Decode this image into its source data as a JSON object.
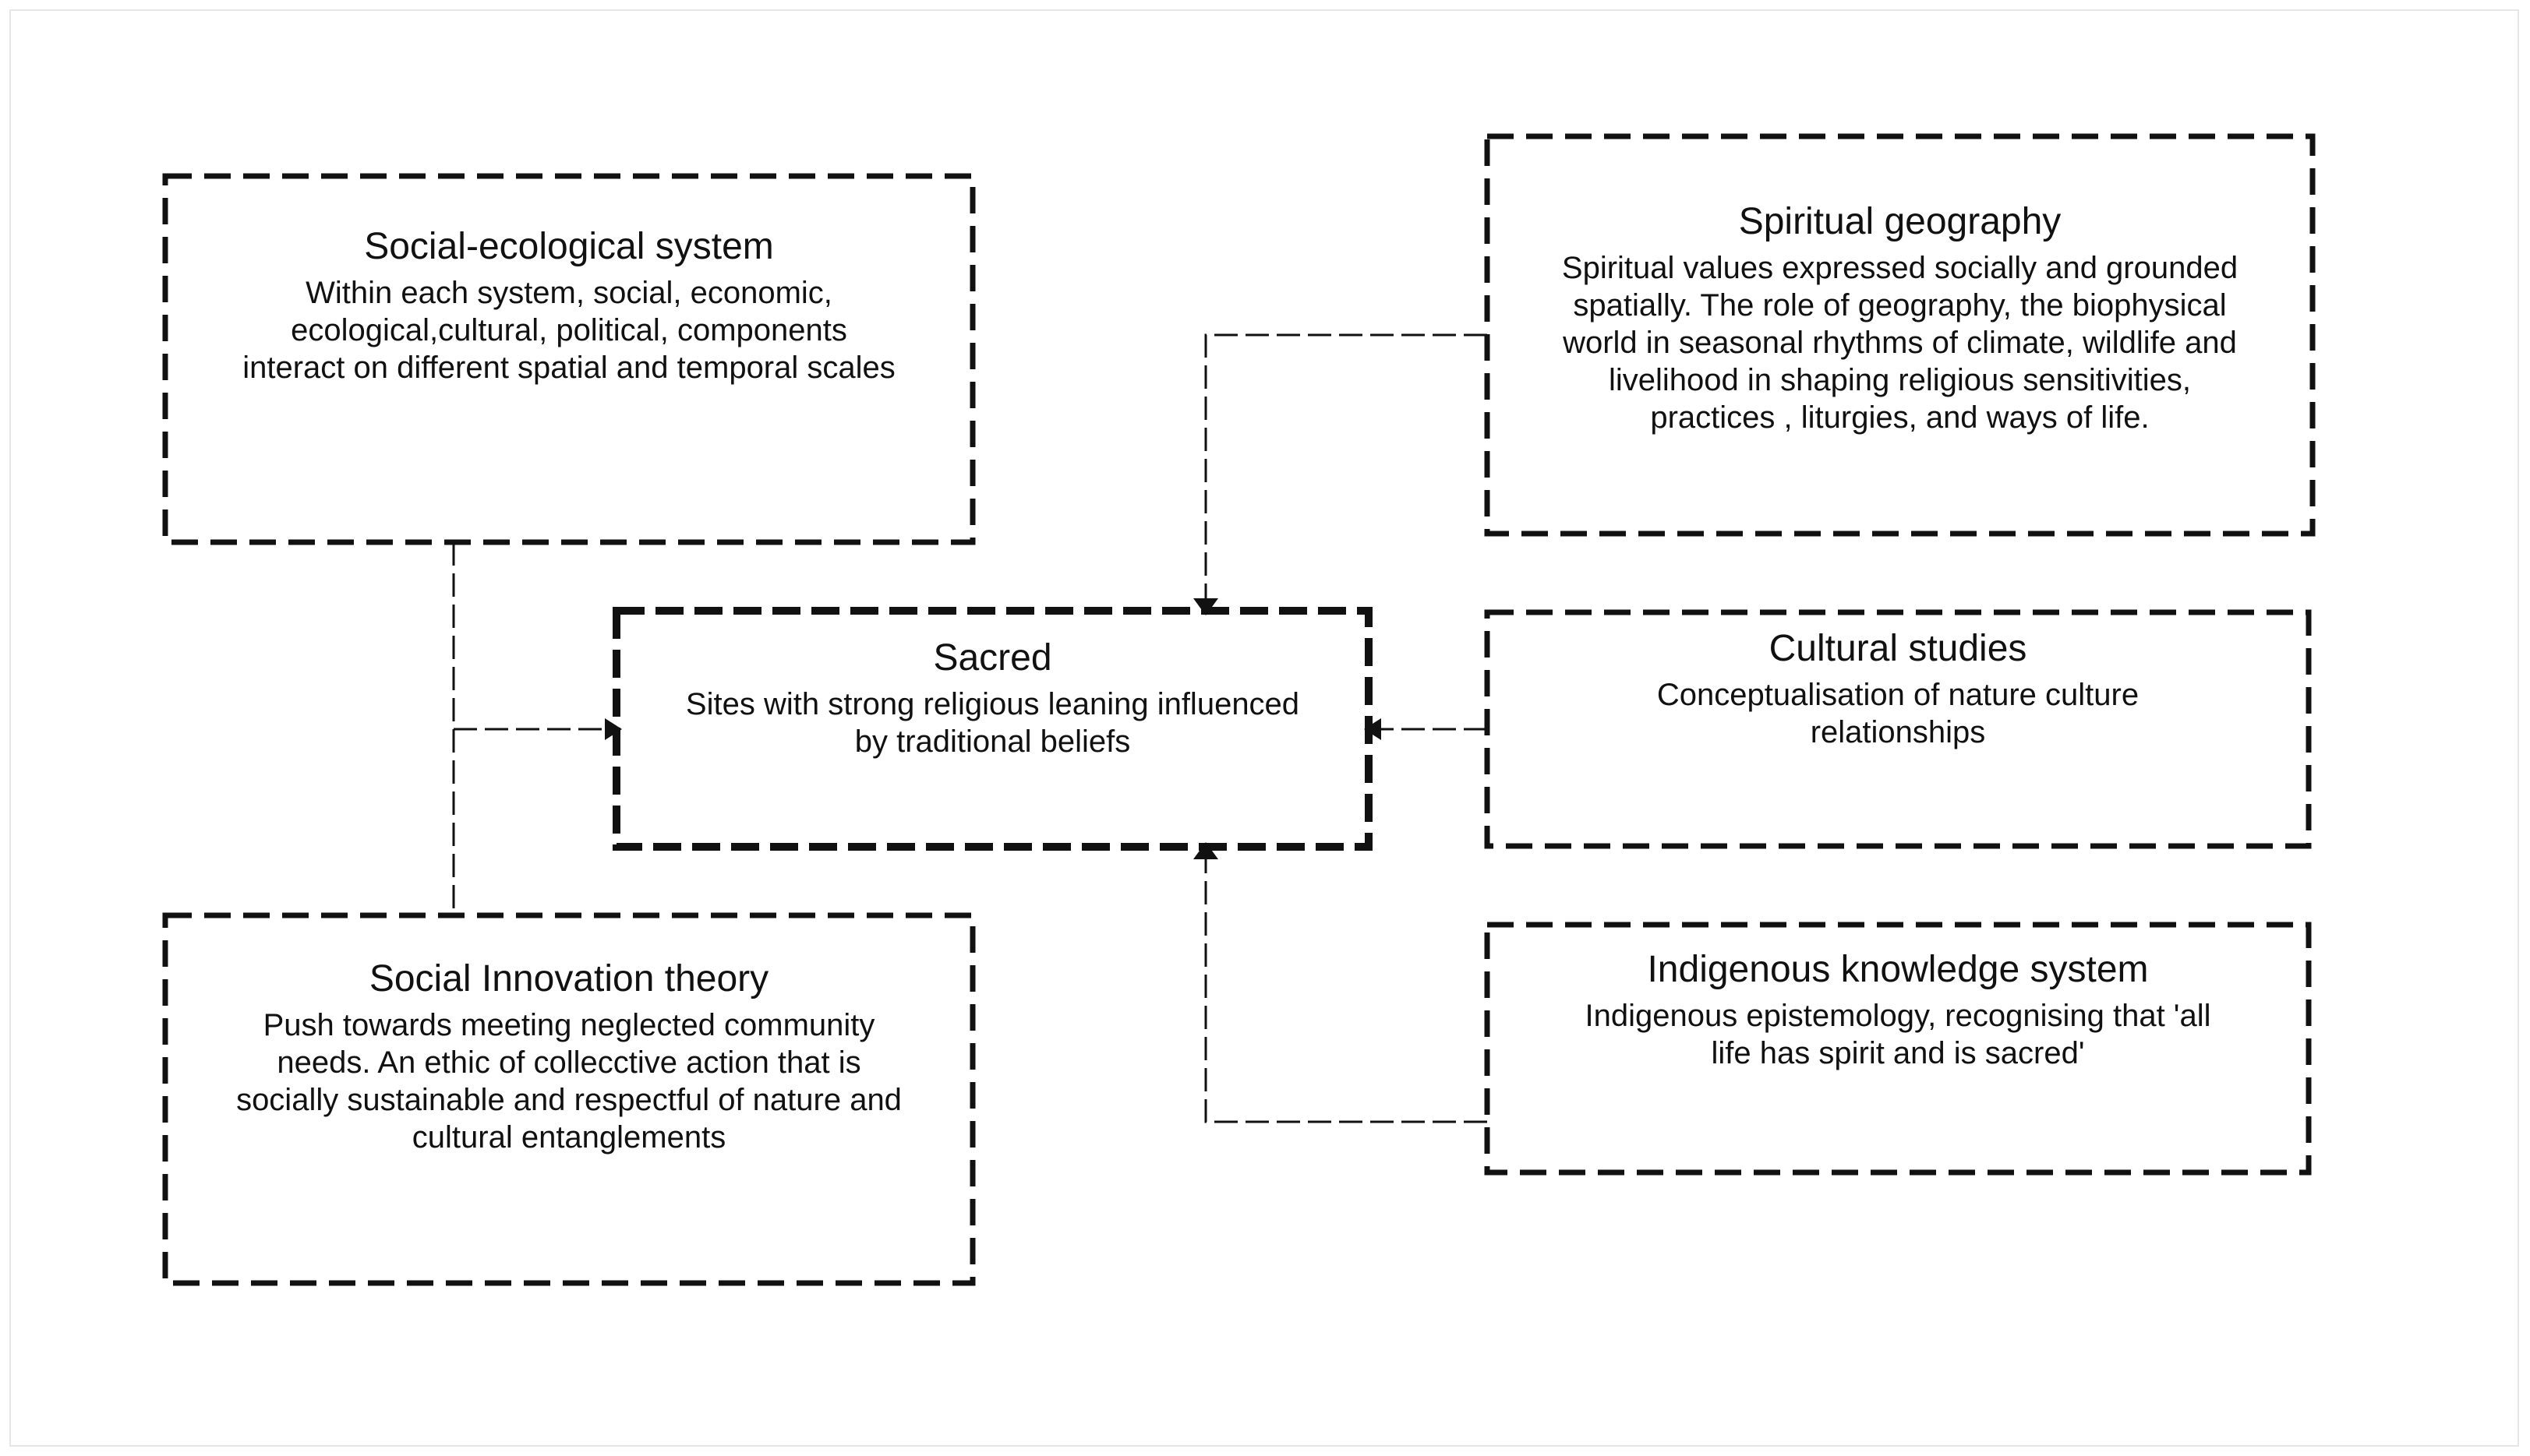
{
  "diagram": {
    "center": {
      "title": "Sacred",
      "body": "Sites with strong religious leaning influenced\nby traditional beliefs"
    },
    "social_ecological": {
      "title": "Social-ecological system",
      "body": "Within each system, social, economic,\necological,cultural, political, components\ninteract on different spatial and temporal scales"
    },
    "social_innovation": {
      "title": "Social Innovation theory",
      "body": "Push towards meeting neglected community\nneeds. An ethic of collecctive action that is\nsocially sustainable and respectful of nature and\ncultural entanglements"
    },
    "spiritual_geography": {
      "title": "Spiritual geography",
      "body": "Spiritual values expressed socially and grounded\nspatially. The role of geography, the biophysical\nworld in seasonal rhythms of climate, wildlife and\nlivelihood in shaping religious sensitivities,\npractices , liturgies, and ways of life."
    },
    "cultural_studies": {
      "title": "Cultural studies",
      "body": "Conceptualisation of nature culture\nrelationships"
    },
    "indigenous_knowledge": {
      "title": "Indigenous knowledge system",
      "body": "Indigenous epistemology, recognising that 'all\nlife has spirit and is sacred'"
    }
  },
  "colors": {
    "stroke": "#111111",
    "background": "#ffffff"
  }
}
